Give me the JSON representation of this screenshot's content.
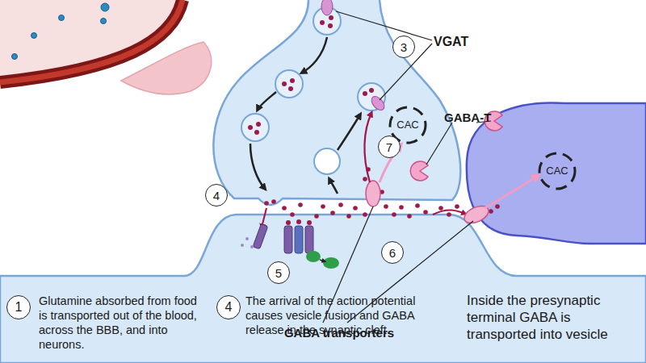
{
  "diagram": {
    "nodes": [
      {
        "text": [
          "3"
        ]
      },
      {
        "text": [
          "7"
        ]
      },
      {
        "text": [
          "4"
        ]
      },
      {
        "text": [
          "5"
        ]
      },
      {
        "text": [
          "6"
        ]
      },
      {
        "text": [
          "1"
        ]
      },
      {
        "text": [
          "4"
        ]
      }
    ],
    "labels": [
      "VGAT",
      "GABA-T",
      "CAC",
      "CAC",
      "GABA transporters",
      "Glutamine absorbed from food is transported out of the blood, across the BBB, and into neurons.",
      "The arrival of the action potential causes vesicle fusion and GABA release in the synaptic cleft.",
      "Inside the presynaptic terminal GABA is transported into vesicle"
    ]
  }
}
